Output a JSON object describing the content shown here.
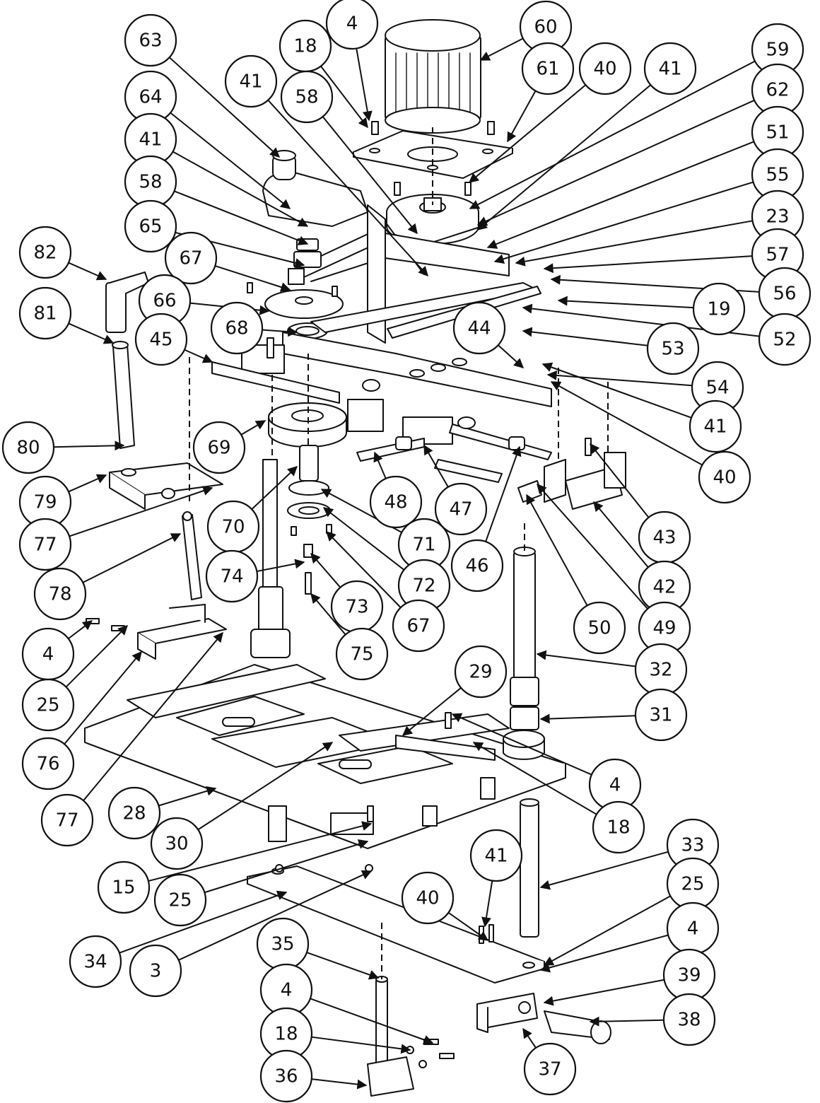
{
  "diagram": {
    "type": "exploded-assembly-drawing",
    "style": "black line art on white",
    "callouts": [
      {
        "id": "c60",
        "label": "60"
      },
      {
        "id": "c4a",
        "label": "4"
      },
      {
        "id": "c18a",
        "label": "18"
      },
      {
        "id": "c63",
        "label": "63"
      },
      {
        "id": "c61",
        "label": "61"
      },
      {
        "id": "c40a",
        "label": "40"
      },
      {
        "id": "c41a",
        "label": "41"
      },
      {
        "id": "c59",
        "label": "59"
      },
      {
        "id": "c64",
        "label": "64"
      },
      {
        "id": "c41b",
        "label": "41"
      },
      {
        "id": "c58a",
        "label": "58"
      },
      {
        "id": "c62",
        "label": "62"
      },
      {
        "id": "c41c",
        "label": "41"
      },
      {
        "id": "c51",
        "label": "51"
      },
      {
        "id": "c58b",
        "label": "58"
      },
      {
        "id": "c55",
        "label": "55"
      },
      {
        "id": "c65",
        "label": "65"
      },
      {
        "id": "c23",
        "label": "23"
      },
      {
        "id": "c82",
        "label": "82"
      },
      {
        "id": "c67a",
        "label": "67"
      },
      {
        "id": "c57",
        "label": "57"
      },
      {
        "id": "c66",
        "label": "66"
      },
      {
        "id": "c56",
        "label": "56"
      },
      {
        "id": "c81",
        "label": "81"
      },
      {
        "id": "c19",
        "label": "19"
      },
      {
        "id": "c68",
        "label": "68"
      },
      {
        "id": "c52",
        "label": "52"
      },
      {
        "id": "c45",
        "label": "45"
      },
      {
        "id": "c44",
        "label": "44"
      },
      {
        "id": "c53",
        "label": "53"
      },
      {
        "id": "c54",
        "label": "54"
      },
      {
        "id": "c41d",
        "label": "41"
      },
      {
        "id": "c80",
        "label": "80"
      },
      {
        "id": "c69",
        "label": "69"
      },
      {
        "id": "c40b",
        "label": "40"
      },
      {
        "id": "c48",
        "label": "48"
      },
      {
        "id": "c47",
        "label": "47"
      },
      {
        "id": "c79",
        "label": "79"
      },
      {
        "id": "c70",
        "label": "70"
      },
      {
        "id": "c43",
        "label": "43"
      },
      {
        "id": "c71",
        "label": "71"
      },
      {
        "id": "c77a",
        "label": "77"
      },
      {
        "id": "c46",
        "label": "46"
      },
      {
        "id": "c74",
        "label": "74"
      },
      {
        "id": "c72",
        "label": "72"
      },
      {
        "id": "c42",
        "label": "42"
      },
      {
        "id": "c78",
        "label": "78"
      },
      {
        "id": "c73",
        "label": "73"
      },
      {
        "id": "c67b",
        "label": "67"
      },
      {
        "id": "c50",
        "label": "50"
      },
      {
        "id": "c49",
        "label": "49"
      },
      {
        "id": "c4b",
        "label": "4"
      },
      {
        "id": "c75",
        "label": "75"
      },
      {
        "id": "c32",
        "label": "32"
      },
      {
        "id": "c29",
        "label": "29"
      },
      {
        "id": "c25a",
        "label": "25"
      },
      {
        "id": "c31",
        "label": "31"
      },
      {
        "id": "c76",
        "label": "76"
      },
      {
        "id": "c4c",
        "label": "4"
      },
      {
        "id": "c77b",
        "label": "77"
      },
      {
        "id": "c28",
        "label": "28"
      },
      {
        "id": "c18b",
        "label": "18"
      },
      {
        "id": "c30",
        "label": "30"
      },
      {
        "id": "c33",
        "label": "33"
      },
      {
        "id": "c15",
        "label": "15"
      },
      {
        "id": "c41e",
        "label": "41"
      },
      {
        "id": "c25b",
        "label": "25"
      },
      {
        "id": "c25c",
        "label": "25"
      },
      {
        "id": "c40c",
        "label": "40"
      },
      {
        "id": "c34",
        "label": "34"
      },
      {
        "id": "c4d",
        "label": "4"
      },
      {
        "id": "c3",
        "label": "3"
      },
      {
        "id": "c35",
        "label": "35"
      },
      {
        "id": "c39",
        "label": "39"
      },
      {
        "id": "c4e",
        "label": "4"
      },
      {
        "id": "c38",
        "label": "38"
      },
      {
        "id": "c18c",
        "label": "18"
      },
      {
        "id": "c37",
        "label": "37"
      },
      {
        "id": "c36",
        "label": "36"
      }
    ]
  }
}
